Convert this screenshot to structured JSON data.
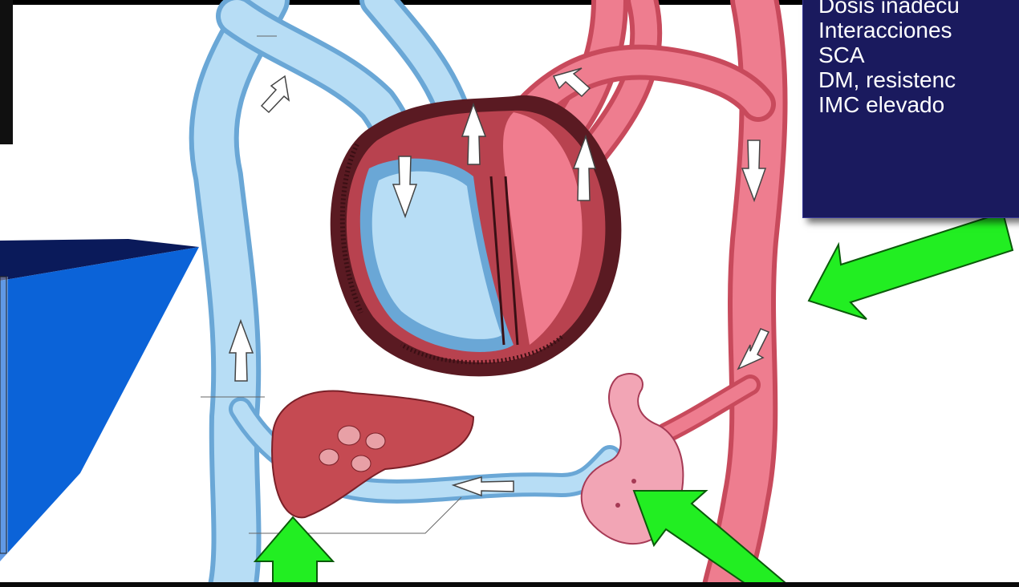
{
  "textbox": {
    "lines": [
      "Dosis inadecu",
      "Interacciones",
      "SCA",
      "DM, resistenc",
      "IMC elevado"
    ]
  },
  "colors": {
    "textbox_bg": "#1a1a5e",
    "venous": "#a9d4ef",
    "arterial": "#ee6d80",
    "arrow": "#22ee22",
    "panel_blue": "#0b63d8"
  },
  "icons": [
    "arrow-icon"
  ]
}
